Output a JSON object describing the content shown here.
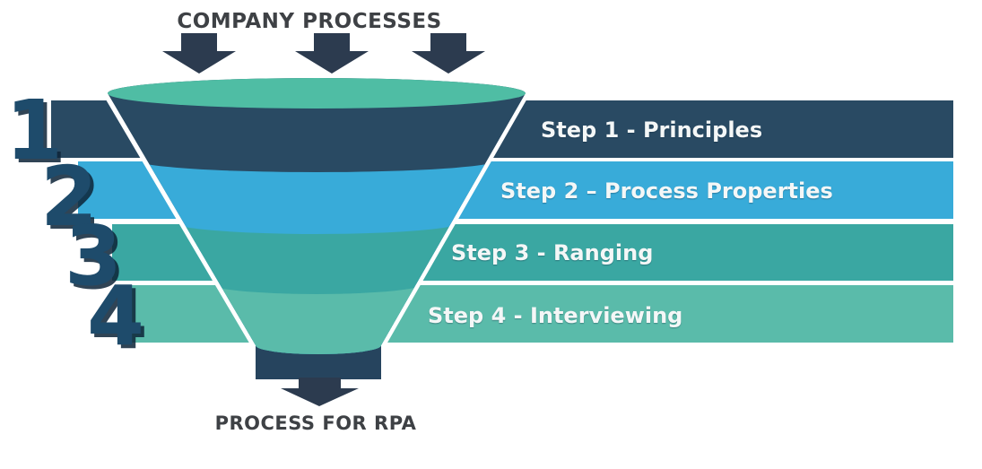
{
  "header": {
    "title": "COMPANY PROCESSES"
  },
  "footer": {
    "title": "PROCESS FOR RPA"
  },
  "funnel": {
    "steps": [
      {
        "number": "1",
        "label": "Step 1 - Principles",
        "color": "#294a63"
      },
      {
        "number": "2",
        "label": "Step 2 – Process Properties",
        "color": "#38abd9"
      },
      {
        "number": "3",
        "label": "Step 3 - Ranging",
        "color": "#3aa7a2"
      },
      {
        "number": "4",
        "label": "Step 4 - Interviewing",
        "color": "#5abbaa"
      }
    ]
  },
  "colors": {
    "title_text": "#3e4145",
    "arrow": "#2c3b4f",
    "spout": "#26445e",
    "number": "#1e4b6b",
    "number_shadow": "#0d2438",
    "label_text": "#f4f7f7",
    "funnel_top": "#4fbda4",
    "background": "#ffffff",
    "divider": "#ffffff"
  },
  "icons": {
    "input_arrows": "down-arrow",
    "output_arrow": "down-arrow"
  }
}
